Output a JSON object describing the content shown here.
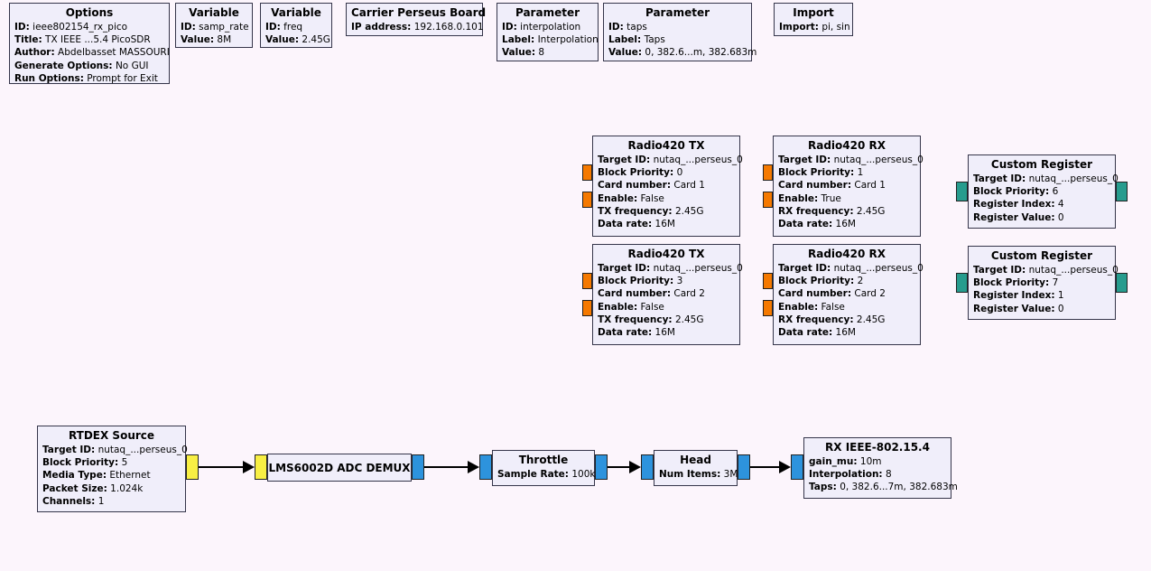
{
  "app": "GNU Radio Companion flowgraph canvas",
  "colors": {
    "canvas_bg": "#fcf5fc",
    "block_fill": "#f0eefa",
    "block_border": "#35354a",
    "port_float_orange": "#f57900",
    "port_int_teal": "#279c8e",
    "port_short_yellow": "#f8ef44",
    "port_complex_blue": "#2d93dd",
    "wire": "#000000"
  },
  "blocks": {
    "options": {
      "title": "Options",
      "params": [
        {
          "label": "ID:",
          "value": "ieee802154_rx_pico"
        },
        {
          "label": "Title:",
          "value": "TX IEEE ...5.4 PicoSDR"
        },
        {
          "label": "Author:",
          "value": "Abdelbasset MASSOURI"
        },
        {
          "label": "Generate Options:",
          "value": "No GUI"
        },
        {
          "label": "Run Options:",
          "value": "Prompt for Exit"
        }
      ]
    },
    "variable_samp_rate": {
      "title": "Variable",
      "params": [
        {
          "label": "ID:",
          "value": "samp_rate"
        },
        {
          "label": "Value:",
          "value": "8M"
        }
      ]
    },
    "variable_freq": {
      "title": "Variable",
      "params": [
        {
          "label": "ID:",
          "value": "freq"
        },
        {
          "label": "Value:",
          "value": "2.45G"
        }
      ]
    },
    "carrier_perseus_board": {
      "title": "Carrier Perseus Board",
      "params": [
        {
          "label": "IP address:",
          "value": "192.168.0.101"
        }
      ]
    },
    "parameter_interpolation": {
      "title": "Parameter",
      "params": [
        {
          "label": "ID:",
          "value": "interpolation"
        },
        {
          "label": "Label:",
          "value": "Interpolation"
        },
        {
          "label": "Value:",
          "value": "8"
        }
      ]
    },
    "parameter_taps": {
      "title": "Parameter",
      "params": [
        {
          "label": "ID:",
          "value": "taps"
        },
        {
          "label": "Label:",
          "value": "Taps"
        },
        {
          "label": "Value:",
          "value": "0, 382.6...m, 382.683m"
        }
      ]
    },
    "import_block": {
      "title": "Import",
      "params": [
        {
          "label": "Import:",
          "value": "pi, sin"
        }
      ]
    },
    "radio420_tx_1": {
      "title": "Radio420 TX",
      "params": [
        {
          "label": "Target ID:",
          "value": "nutaq_...perseus_0"
        },
        {
          "label": "Block Priority:",
          "value": "0"
        },
        {
          "label": "Card number:",
          "value": "Card 1"
        },
        {
          "label": "Enable:",
          "value": "False"
        },
        {
          "label": "TX frequency:",
          "value": "2.45G"
        },
        {
          "label": "Data rate:",
          "value": "16M"
        }
      ]
    },
    "radio420_rx_1": {
      "title": "Radio420 RX",
      "params": [
        {
          "label": "Target ID:",
          "value": "nutaq_...perseus_0"
        },
        {
          "label": "Block Priority:",
          "value": "1"
        },
        {
          "label": "Card number:",
          "value": "Card 1"
        },
        {
          "label": "Enable:",
          "value": "True"
        },
        {
          "label": "RX frequency:",
          "value": "2.45G"
        },
        {
          "label": "Data rate:",
          "value": "16M"
        }
      ]
    },
    "custom_register_1": {
      "title": "Custom Register",
      "params": [
        {
          "label": "Target ID:",
          "value": "nutaq_...perseus_0"
        },
        {
          "label": "Block Priority:",
          "value": "6"
        },
        {
          "label": "Register Index:",
          "value": "4"
        },
        {
          "label": "Register Value:",
          "value": "0"
        }
      ]
    },
    "radio420_tx_2": {
      "title": "Radio420 TX",
      "params": [
        {
          "label": "Target ID:",
          "value": "nutaq_...perseus_0"
        },
        {
          "label": "Block Priority:",
          "value": "3"
        },
        {
          "label": "Card number:",
          "value": "Card 2"
        },
        {
          "label": "Enable:",
          "value": "False"
        },
        {
          "label": "TX frequency:",
          "value": "2.45G"
        },
        {
          "label": "Data rate:",
          "value": "16M"
        }
      ]
    },
    "radio420_rx_2": {
      "title": "Radio420 RX",
      "params": [
        {
          "label": "Target ID:",
          "value": "nutaq_...perseus_0"
        },
        {
          "label": "Block Priority:",
          "value": "2"
        },
        {
          "label": "Card number:",
          "value": "Card 2"
        },
        {
          "label": "Enable:",
          "value": "False"
        },
        {
          "label": "RX frequency:",
          "value": "2.45G"
        },
        {
          "label": "Data rate:",
          "value": "16M"
        }
      ]
    },
    "custom_register_2": {
      "title": "Custom Register",
      "params": [
        {
          "label": "Target ID:",
          "value": "nutaq_...perseus_0"
        },
        {
          "label": "Block Priority:",
          "value": "7"
        },
        {
          "label": "Register Index:",
          "value": "1"
        },
        {
          "label": "Register Value:",
          "value": "0"
        }
      ]
    },
    "rtdex_source": {
      "title": "RTDEX Source",
      "params": [
        {
          "label": "Target ID:",
          "value": "nutaq_...perseus_0"
        },
        {
          "label": "Block Priority:",
          "value": "5"
        },
        {
          "label": "Media Type:",
          "value": "Ethernet"
        },
        {
          "label": "Packet Size:",
          "value": "1.024k"
        },
        {
          "label": "Channels:",
          "value": "1"
        }
      ]
    },
    "lms6002d_adc_demux": {
      "title": "LMS6002D ADC DEMUX",
      "params": []
    },
    "throttle": {
      "title": "Throttle",
      "params": [
        {
          "label": "Sample Rate:",
          "value": "100k"
        }
      ]
    },
    "head": {
      "title": "Head",
      "params": [
        {
          "label": "Num Items:",
          "value": "3M"
        }
      ]
    },
    "rx_ieee_802_15_4": {
      "title": "RX IEEE-802.15.4",
      "params": [
        {
          "label": "gain_mu:",
          "value": "10m"
        },
        {
          "label": "Interpolation:",
          "value": "8"
        },
        {
          "label": "Taps:",
          "value": "0, 382.6...7m, 382.683m"
        }
      ]
    }
  }
}
